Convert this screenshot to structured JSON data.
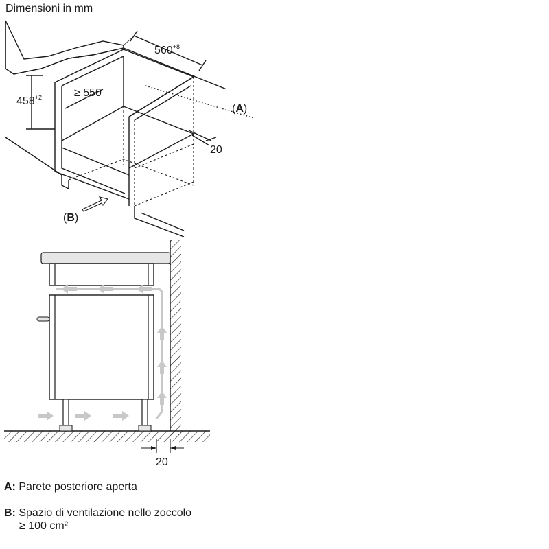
{
  "header": {
    "title": "Dimensioni in mm"
  },
  "dimensions": {
    "depth": "560",
    "depth_tol": "+8",
    "height": "458",
    "height_tol": "+2",
    "inner_depth": "≥ 550",
    "gap_top": "20",
    "gap_bottom": "20"
  },
  "callouts": {
    "a_open": "(",
    "a_letter": "A",
    "a_close": ")",
    "b_open": "(",
    "b_letter": "B",
    "b_close": ")"
  },
  "legend": {
    "a_key": "A:",
    "a_text": "Parete posteriore aperta",
    "b_key": "B:",
    "b_text": "Spazio di ventilazione nello zoccolo",
    "b_sub": "≥ 100 cm²"
  },
  "colors": {
    "line": "#1a1a1a",
    "wood": "#e6e6e6",
    "arrow": "#c8c8c8"
  }
}
